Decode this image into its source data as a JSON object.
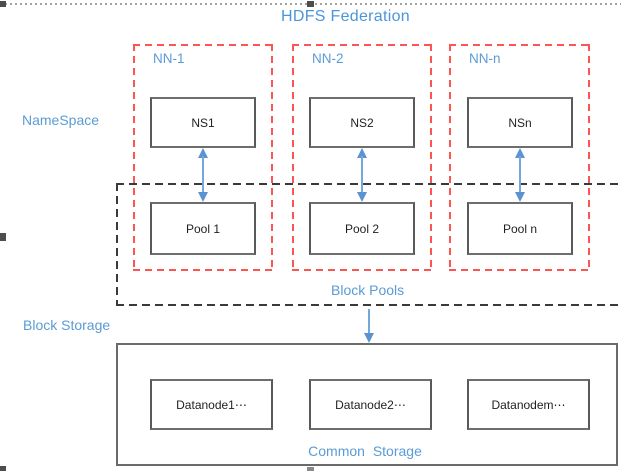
{
  "title": "HDFS Federation",
  "labels": {
    "namespace": "NameSpace",
    "block_storage": "Block Storage",
    "block_pools": "Block Pools",
    "common_storage": "Common Storage"
  },
  "namenodes": [
    {
      "name": "NN-1",
      "namespace_box": "NS1",
      "pool_box": "Pool 1"
    },
    {
      "name": "NN-2",
      "namespace_box": "NS2",
      "pool_box": "Pool 2"
    },
    {
      "name": "NN-n",
      "namespace_box": "NSn",
      "pool_box": "Pool n"
    }
  ],
  "datanodes": [
    "Datanode1⋯",
    "Datanode2⋯",
    "Datanodem⋯"
  ],
  "colors": {
    "label_blue": "#5b9bd5",
    "title_blue": "#4b95da",
    "dashed_red": "#fb5653",
    "dashed_black": "#3a3a3a",
    "box_border_gray": "#595959",
    "arrow_blue": "#5b93d2"
  }
}
